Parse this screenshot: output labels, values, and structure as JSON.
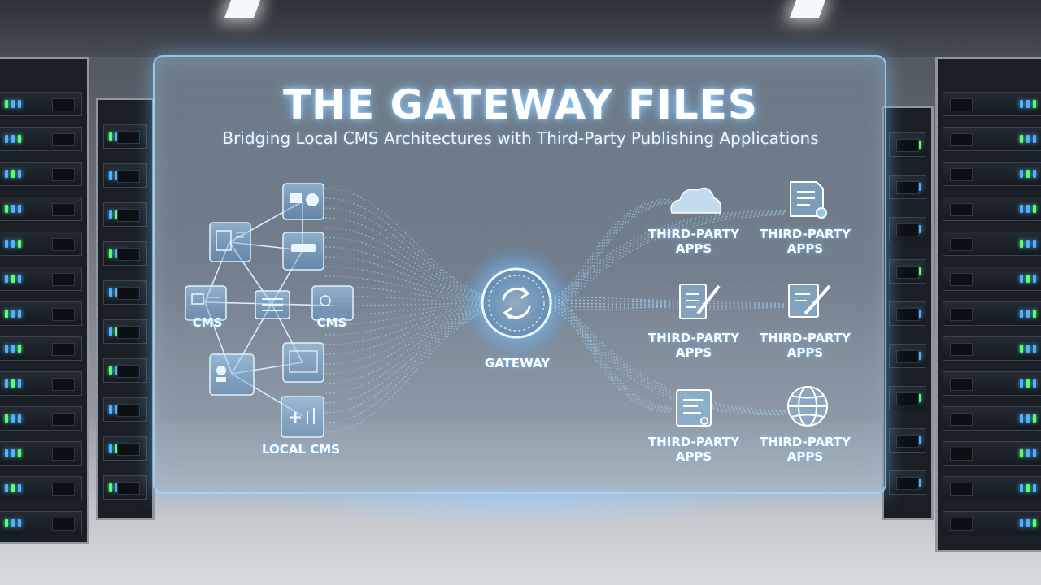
{
  "title": "THE GATEWAY FILES",
  "subtitle": "Bridging Local CMS Architectures with Third-Party Publishing Applications",
  "labels": {
    "cms_left": "CMS",
    "cms_right": "CMS",
    "local_cms": "LOCAL CMS",
    "gateway": "GATEWAY"
  },
  "apps": [
    {
      "line1": "THIRD-PARTY",
      "line2": "APPS",
      "icon": "cloud-icon"
    },
    {
      "line1": "THIRD-PARTY",
      "line2": "APPS",
      "icon": "document-list-icon"
    },
    {
      "line1": "THIRD-PARTY",
      "line2": "APPS",
      "icon": "document-edit-icon"
    },
    {
      "line1": "THIRD-PARTY",
      "line2": "APPS",
      "icon": "notepad-pencil-icon"
    },
    {
      "line1": "THIRD-PARTY",
      "line2": "APPS",
      "icon": "code-document-icon"
    },
    {
      "line1": "THIRD-PARTY",
      "line2": "APPS",
      "icon": "globe-icon"
    }
  ],
  "colors": {
    "glow": "#8fd0ff",
    "line": "#9fd6ff",
    "panel_border": "#aad7ff"
  }
}
